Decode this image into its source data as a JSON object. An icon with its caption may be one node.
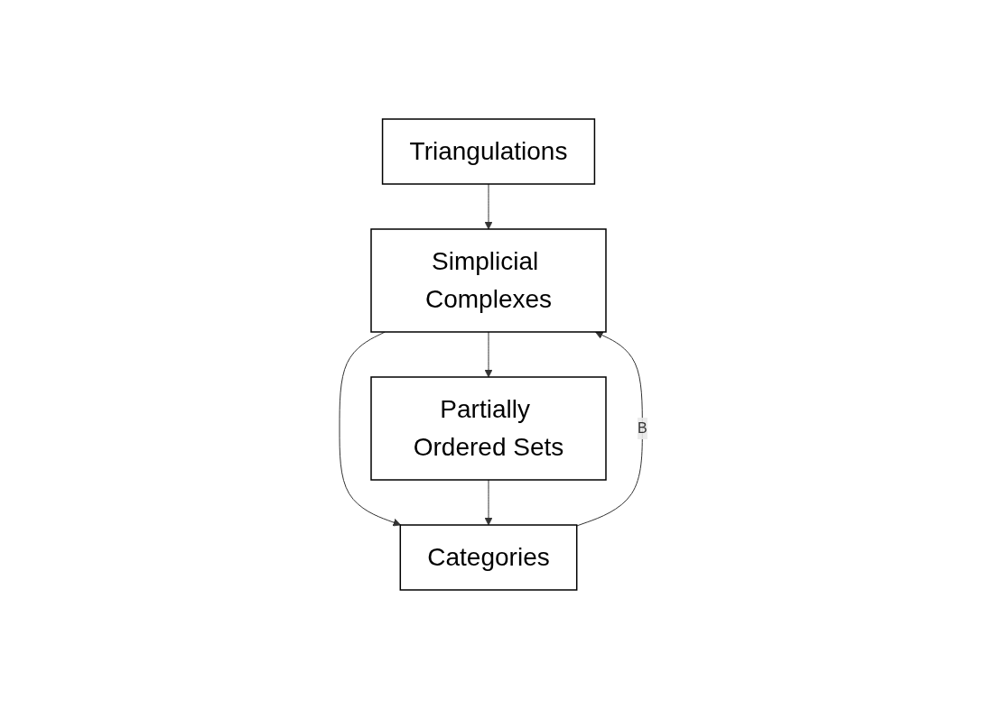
{
  "diagram": {
    "nodes": [
      {
        "text": [
          "Triangulations"
        ]
      },
      {
        "text": [
          "Simplicial Complexes"
        ]
      },
      {
        "text": [
          "Partially Ordered Sets"
        ]
      },
      {
        "text": [
          "Categories"
        ]
      }
    ],
    "edges": [
      {
        "from": 0,
        "to": 1,
        "arrow": "to"
      },
      {
        "from": 1,
        "to": 2,
        "arrow": "to"
      },
      {
        "from": 1,
        "to": 3,
        "arrow": "to"
      },
      {
        "from": 3,
        "to": 1,
        "arrow": "to",
        "label": "B"
      },
      {
        "from": 2,
        "to": 3,
        "arrow": "to"
      }
    ]
  }
}
